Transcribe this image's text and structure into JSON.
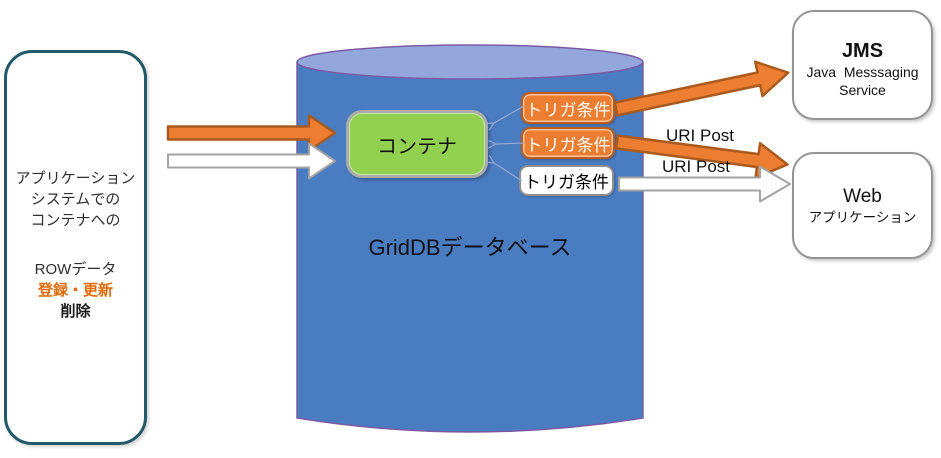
{
  "app_box": {
    "line1": "アプリケーション",
    "line2": "システムでの",
    "line3": "コンテナへの",
    "line4": "ROWデータ",
    "line5": "登録・更新",
    "line6": "削除"
  },
  "database": {
    "label": "GridDBデータベース",
    "container_label": "コンテナ"
  },
  "triggers": [
    {
      "label": "トリガ条件",
      "style": "orange"
    },
    {
      "label": "トリガ条件",
      "style": "orange"
    },
    {
      "label": "トリガ条件",
      "style": "white"
    }
  ],
  "arrow_labels": {
    "uri_post_top": "URI Post",
    "uri_post_bottom": "URI Post"
  },
  "jms_box": {
    "title": "JMS",
    "line1": "Java  Messsaging",
    "line2": "Service"
  },
  "web_box": {
    "title": "Web",
    "subtitle": "アプリケーション"
  },
  "colors": {
    "accent_orange": "#ED7D31",
    "arrow_orange_outline": "#A85A1F",
    "container_green": "#92D050",
    "cylinder_blue": "#4A7CC2",
    "cylinder_top_blue": "#93A7DC",
    "cylinder_outline_purple": "#7B5BA6",
    "app_box_border_teal": "#215968",
    "highlight_text_orange": "#E26B0A"
  }
}
